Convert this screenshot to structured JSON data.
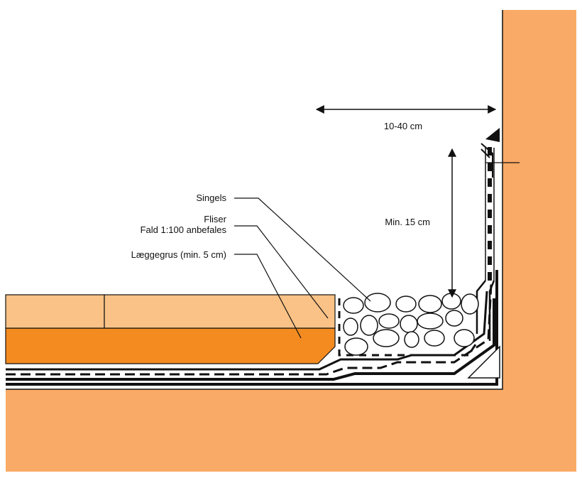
{
  "labels": {
    "singels": "Singels",
    "fliser": "Fliser",
    "fald": "Fald 1:100 anbefales",
    "laeggegrus": "Læggegrus (min. 5 cm)",
    "width_dim": "10-40 cm",
    "height_dim": "Min. 15 cm"
  },
  "colors": {
    "wall": "#F9AA66",
    "tiles": "#FAC286",
    "gravel_bed": "#F38B21",
    "line": "#111111",
    "background": "#FFFFFF"
  }
}
